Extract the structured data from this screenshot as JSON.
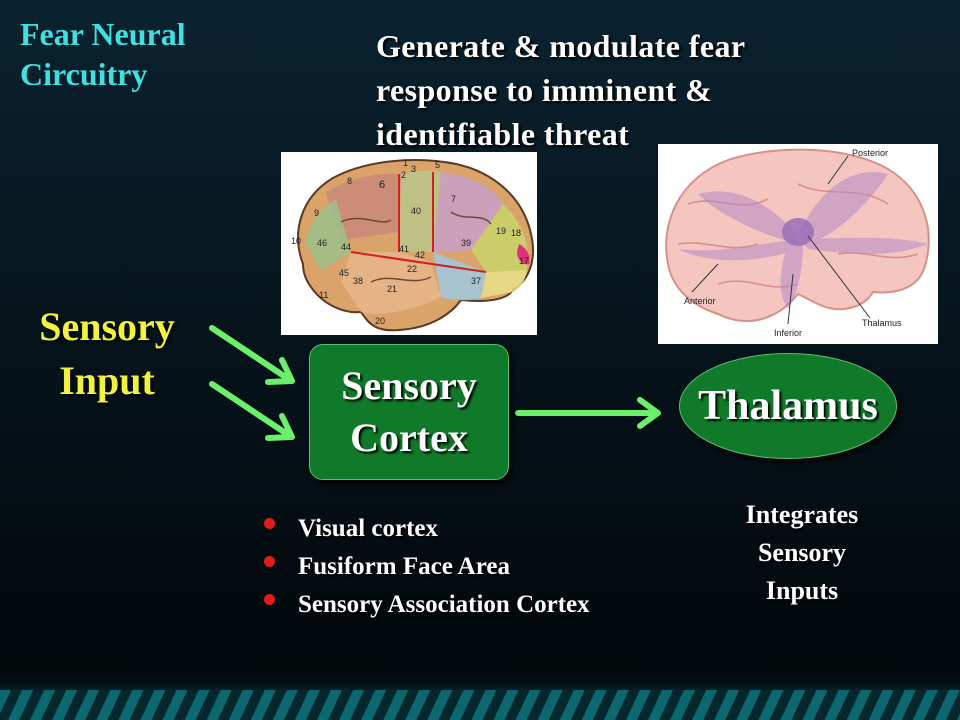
{
  "title": "Fear Neural Circuitry",
  "subtitle": "Generate & modulate fear response to imminent & identifiable threat",
  "sensory_input": [
    "Sensory",
    "Input"
  ],
  "cortex_box": [
    "Sensory",
    "Cortex"
  ],
  "thalamus_label": "Thalamus",
  "bullets": [
    "Visual cortex",
    "Fusiform Face Area",
    "Sensory Association Cortex"
  ],
  "integrates": [
    "Integrates",
    "Sensory",
    "Inputs"
  ],
  "brain1_labels": [
    "1",
    "2",
    "3",
    "5",
    "6",
    "7",
    "8",
    "9",
    "10",
    "11",
    "17",
    "18",
    "19",
    "20",
    "21",
    "22",
    "37",
    "38",
    "39",
    "40",
    "41",
    "42",
    "44",
    "45",
    "46"
  ],
  "brain2_labels": {
    "posterior": "Posterior",
    "anterior": "Anterior",
    "inferior": "Inferior",
    "thalamus": "Thalamus"
  },
  "colors": {
    "title": "#3fe0e0",
    "sensory_input": "#f2f23c",
    "box_fill": "#117a2a",
    "arrow": "#6cf06c",
    "bullet": "#e21b1b"
  }
}
